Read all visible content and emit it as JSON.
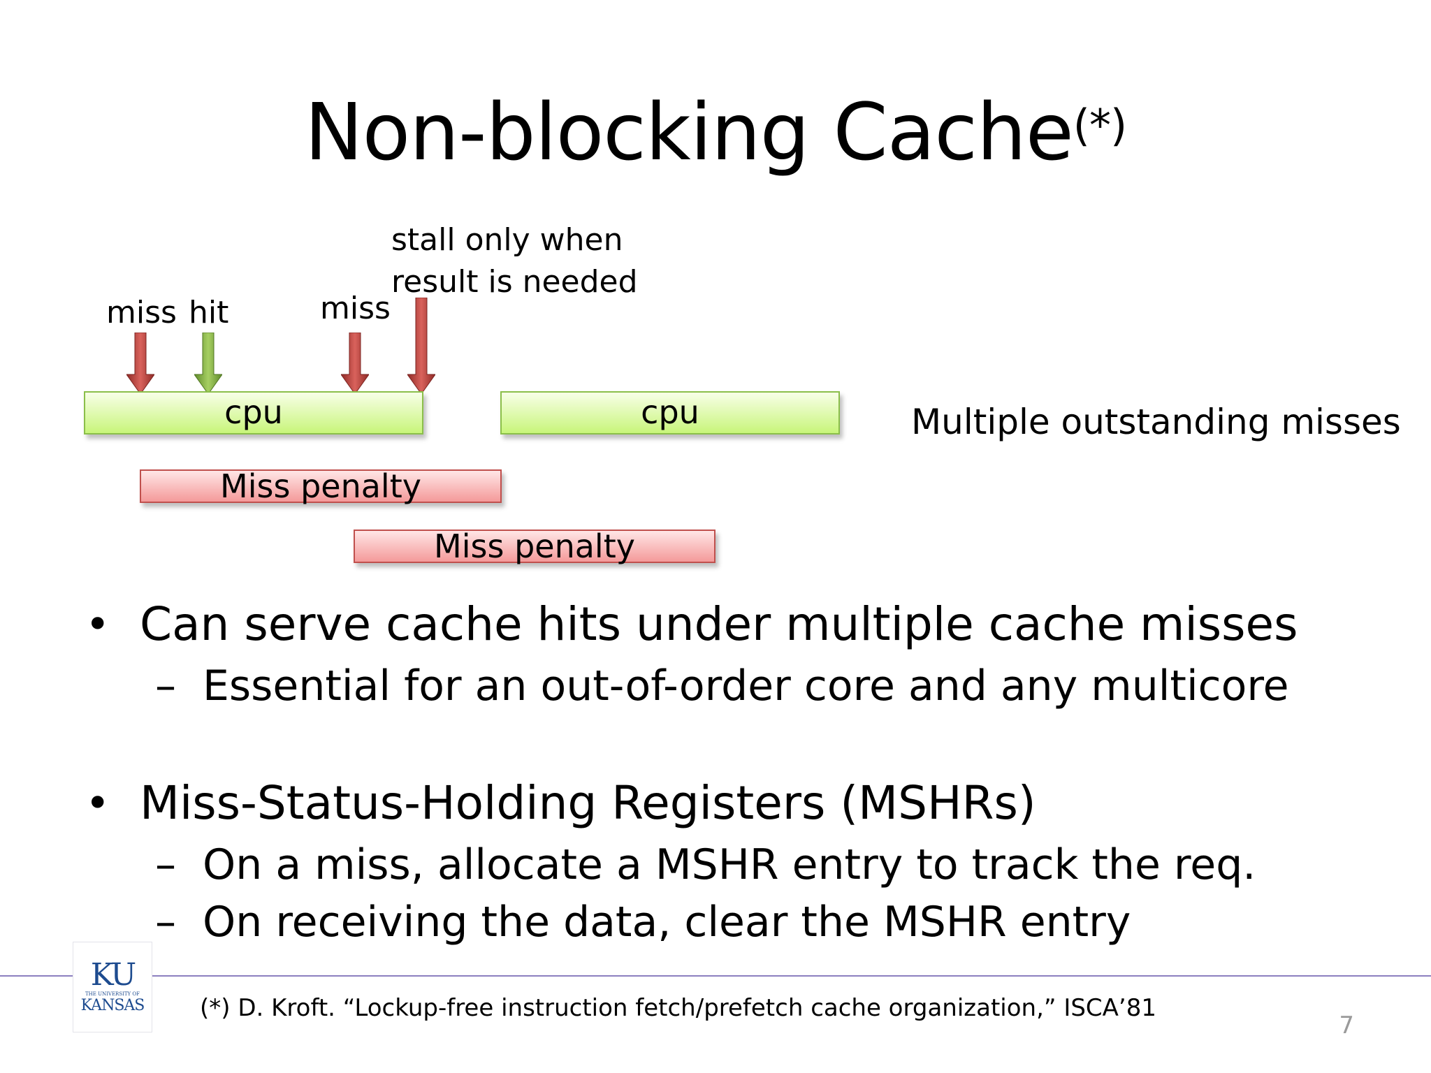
{
  "title": {
    "text": "Non-blocking Cache",
    "superscript": "(*)"
  },
  "diagram": {
    "labels": {
      "miss_1": "miss",
      "hit": "hit",
      "miss_2": "miss",
      "stall_line1": "stall only when",
      "stall_line2": "result is needed"
    },
    "cpu_boxes": [
      "cpu",
      "cpu"
    ],
    "penalty_boxes": [
      "Miss penalty",
      "Miss penalty"
    ],
    "side_note": "Multiple outstanding misses",
    "colors": {
      "miss_arrow": "#b8403a",
      "hit_arrow": "#7aa43a",
      "cpu_fill": "#c8f57a",
      "penalty_fill": "#f49a9a"
    }
  },
  "bullets": [
    {
      "text": "Can serve cache hits under multiple cache misses",
      "subs": [
        "Essential for an out-of-order core and any multicore"
      ]
    },
    {
      "text": "Miss-Status-Holding Registers (MSHRs)",
      "subs": [
        "On a miss, allocate a MSHR entry to track the req.",
        "On receiving the data, clear the MSHR entry"
      ]
    }
  ],
  "bullet_symbol": "•",
  "dash_symbol": "–",
  "logo": {
    "ku": "KU",
    "small": "THE UNIVERSITY OF",
    "kansas": "KANSAS"
  },
  "footnote": "(*) D. Kroft. “Lockup-free instruction fetch/prefetch cache organization,” ISCA’81",
  "page_number": "7"
}
